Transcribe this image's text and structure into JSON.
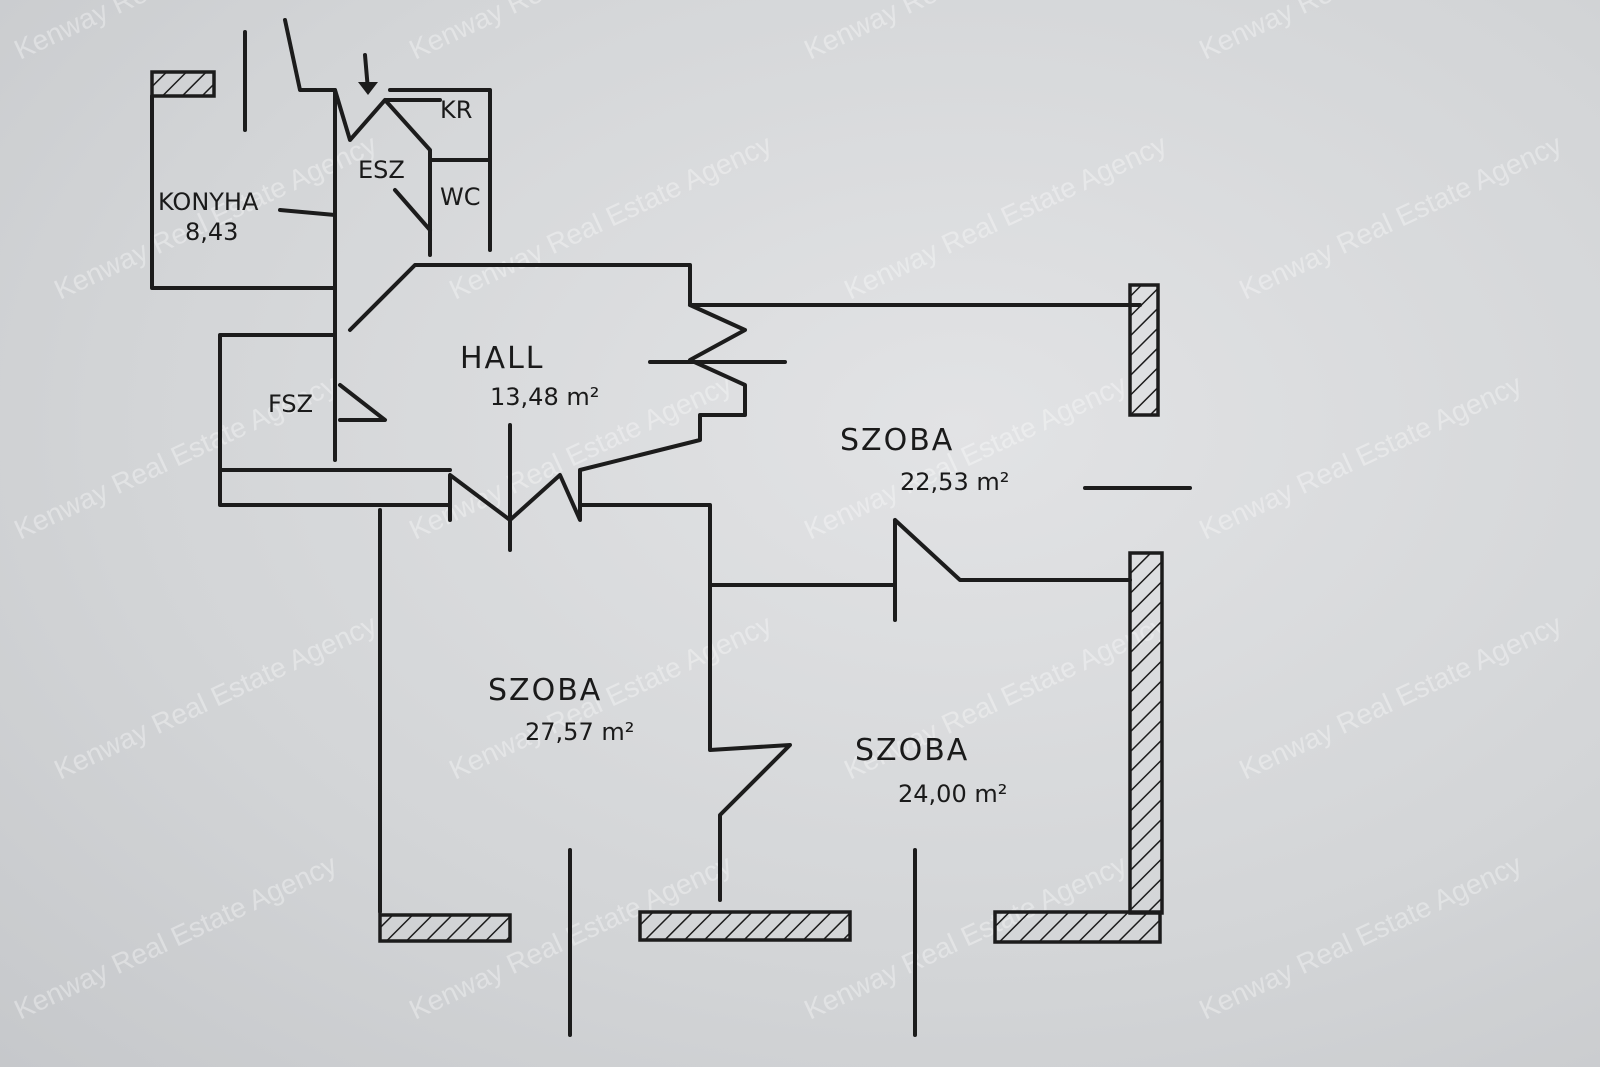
{
  "watermark": "Kenway Real Estate Agency",
  "rooms": {
    "kitchen": {
      "name": "KONYHA",
      "area": "8,43"
    },
    "esz": {
      "name": "ESZ"
    },
    "kr": {
      "name": "KR"
    },
    "wc": {
      "name": "WC"
    },
    "fsz": {
      "name": "FSZ"
    },
    "hall": {
      "name": "HALL",
      "area": "13,48 m²"
    },
    "room_top_right": {
      "name": "SZOBA",
      "area": "22,53 m²"
    },
    "room_bottom_left": {
      "name": "SZOBA",
      "area": "27,57 m²"
    },
    "room_bottom_right": {
      "name": "SZOBA",
      "area": "24,00 m²"
    }
  }
}
